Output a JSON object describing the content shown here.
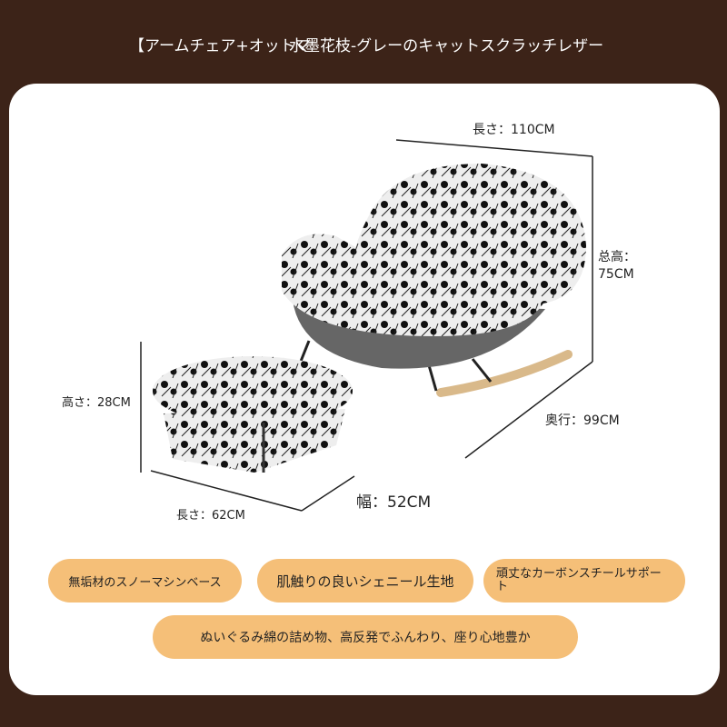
{
  "header": {
    "title_a": "【アームチェア+オットマ",
    "title_b": "水墨花枝-グレーのキャットスクラッチレザー"
  },
  "dimensions": {
    "chair_length": "長さ：110CM",
    "chair_height": "总高：",
    "chair_height_value": "75CM",
    "chair_depth": "奥行：99CM",
    "ottoman_height": "高さ：28CM",
    "ottoman_length": "長さ：62CM",
    "ottoman_width": "幅：52CM"
  },
  "features": [
    "無垢材のスノーマシンベース",
    "肌触りの良いシェニール生地",
    "頑丈なカーボンスチールサポート",
    "ぬいぐるみ綿の詰め物、高反発でふんわり、座り心地豊か"
  ],
  "colors": {
    "background": "#3c2318",
    "pill": "#f5bf78"
  }
}
